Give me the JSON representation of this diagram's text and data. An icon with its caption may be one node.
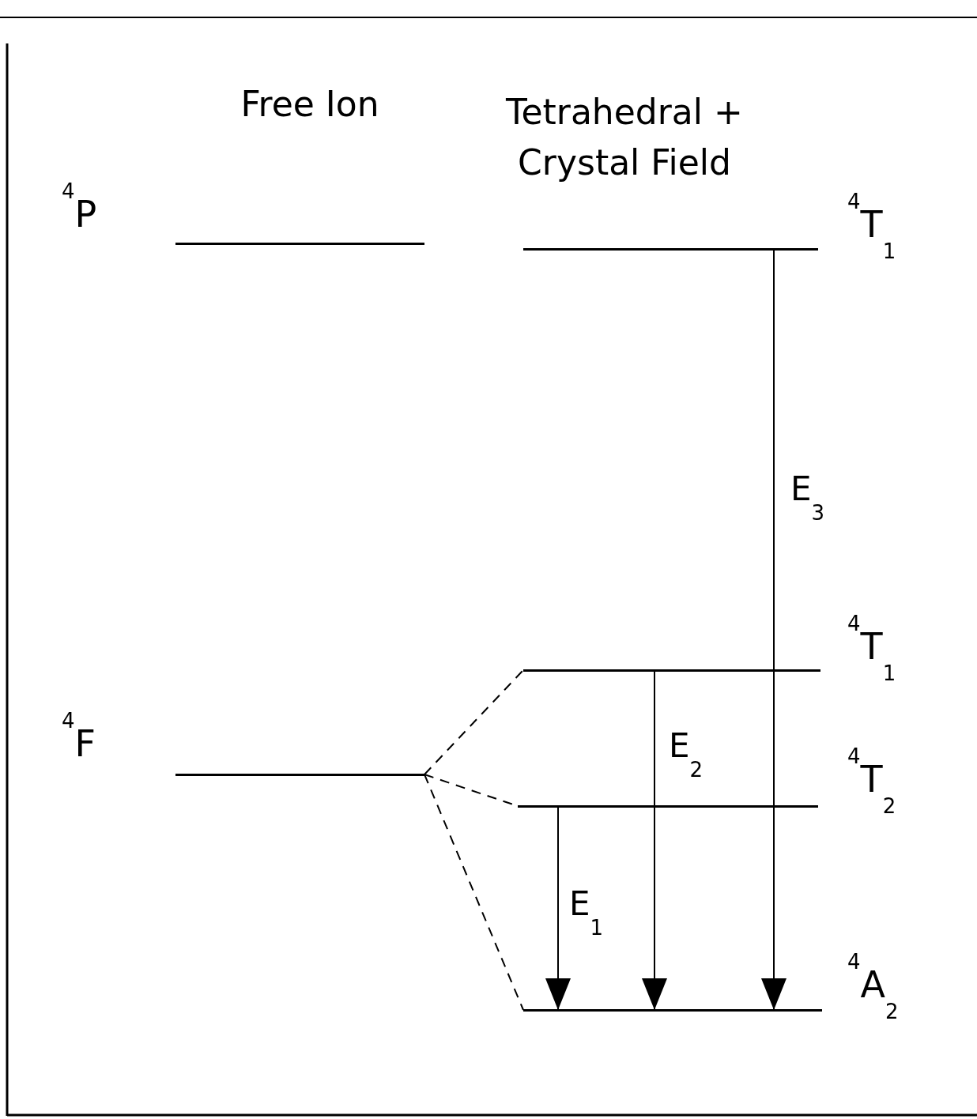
{
  "diagram": {
    "nodes": [
      {
        "text": [],
        "shape": "bar",
        "beside": [
          "$^{4}$P"
        ]
      },
      {
        "text": [],
        "shape": "bar",
        "beside": [
          "$^{4}$T$_{1}$"
        ]
      },
      {
        "text": [],
        "shape": "bar",
        "beside": [
          "$^{4}$T$_{1}$"
        ]
      },
      {
        "text": [],
        "shape": "bar",
        "beside": [
          "$^{4}$F"
        ]
      },
      {
        "text": [],
        "shape": "bar",
        "beside": [
          "$^{4}$T$_{2}$"
        ]
      },
      {
        "text": [],
        "shape": "bar",
        "beside": [
          "$^{4}$A$_{2}$"
        ]
      }
    ],
    "edges": [
      {
        "from": 3,
        "to": 2,
        "arrow": "none",
        "style": "dashed"
      },
      {
        "from": 3,
        "to": 4,
        "arrow": "none",
        "style": "dashed"
      },
      {
        "from": 3,
        "to": 5,
        "arrow": "none",
        "style": "dashed"
      },
      {
        "from": 1,
        "to": 5,
        "arrow": "to",
        "label": "E$_{3}$"
      },
      {
        "from": 2,
        "to": 5,
        "arrow": "to",
        "label": "E$_{2}$"
      },
      {
        "from": 4,
        "to": 5,
        "arrow": "to",
        "label": "E$_{1}$"
      }
    ],
    "labels": [
      "Free Ion",
      "Tetrahedral + Crystal Field"
    ]
  }
}
